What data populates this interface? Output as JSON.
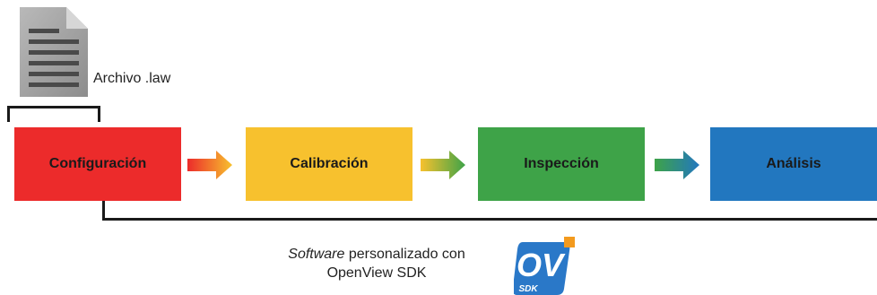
{
  "file": {
    "label": "Archivo .law",
    "icon": "document-icon"
  },
  "steps": [
    {
      "label": "Configuración",
      "color": "#ec2b2b"
    },
    {
      "label": "Calibración",
      "color": "#f7c12e"
    },
    {
      "label": "Inspección",
      "color": "#3ea348"
    },
    {
      "label": "Análisis",
      "color": "#2277bf"
    }
  ],
  "caption": {
    "italic": "Software",
    "line1_rest": " personalizado con",
    "line2": "OpenView SDK"
  },
  "logo": {
    "main": "OV",
    "sub": "SDK"
  }
}
